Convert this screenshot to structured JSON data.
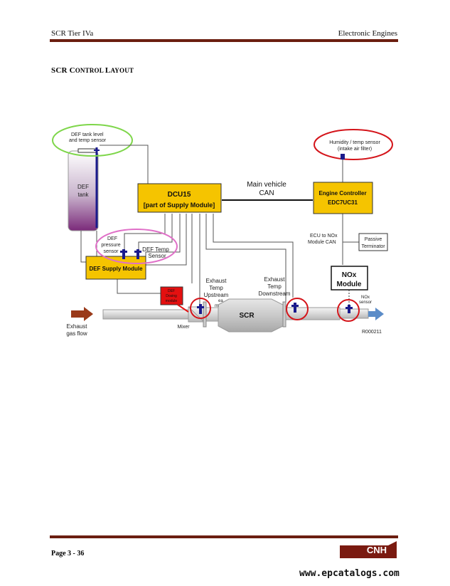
{
  "header": {
    "left": "SCR Tier IVa",
    "right": "Electronic Engines"
  },
  "section_title": {
    "first": "SCR ",
    "c": "C",
    "ontrol": "ONTROL ",
    "l": "L",
    "ayout": "AYOUT"
  },
  "diagram": {
    "def_tank_sensor": [
      "DEF tank level",
      "and temp sensor"
    ],
    "def_tank": [
      "DEF",
      "tank"
    ],
    "dcu15": [
      "DCU15",
      "[part of Supply Module]"
    ],
    "main_vehicle_can": [
      "Main vehicle",
      "CAN"
    ],
    "humidity_sensor": [
      "Humidity / temp sensor",
      "(intake air filter)"
    ],
    "engine_controller": [
      "Engine Controller",
      "EDC7UC31"
    ],
    "def_pressure_sensor": [
      "DEF",
      "pressure",
      "sensor"
    ],
    "def_temp_sensor": [
      "DEF Temp",
      "Sensor"
    ],
    "def_supply_module": "DEF Supply Module",
    "ecu_nox_can": [
      "ECU to NOx",
      "Module CAN"
    ],
    "passive_terminator": [
      "Passive",
      "Terminator"
    ],
    "nox_module": [
      "NOx",
      "Module"
    ],
    "def_dosing_module": [
      "DEF",
      "Dosing",
      "module"
    ],
    "exhaust_temp_upstream": [
      "Exhaust",
      "Temp",
      "Upstream"
    ],
    "exhaust_temp_downstream": [
      "Exhaust",
      "Temp",
      "Downstream"
    ],
    "scr": "SCR",
    "nox_sensor": [
      "NOx",
      "sensor"
    ],
    "exhaust_gas_flow": [
      "Exhaust",
      "gas flow"
    ],
    "mixer": "Mixer",
    "stray_marks": [
      "ea",
      "m"
    ],
    "figure_id": "R000211"
  },
  "footer": {
    "page": "Page 3 - 36",
    "logo": "CNH",
    "url": "www.epcatalogs.com"
  },
  "colors": {
    "rule": "#6b1e10",
    "module_yellow": "#f5c400",
    "tank_purple": "#7b2a7a",
    "red_ring": "#d4141a",
    "green_ring": "#7ed64a",
    "pink_ring": "#e070c8",
    "sensor_blue": "#1a1a8c",
    "dosing_red": "#e41010",
    "arrow_brown": "#9a3a1a",
    "arrow_blue": "#5b8cc8"
  }
}
